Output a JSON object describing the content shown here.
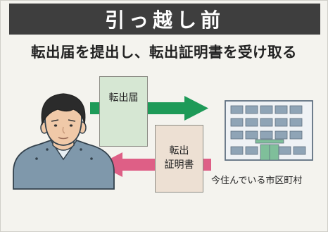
{
  "title": "引っ越し前",
  "subtitle": "転出届を提出し、転出証明書を受け取る",
  "documents": {
    "moving_out_notice": "転出届",
    "certificate_line1": "転出",
    "certificate_line2": "証明書"
  },
  "destination_label": "今住んでいる市区町村",
  "icons": {
    "person": "person-icon",
    "city_office": "building-icon",
    "arrow_to_office": "arrow-right-icon",
    "arrow_to_person": "arrow-left-icon"
  },
  "colors": {
    "title_bg": "#3e3e3e",
    "arrow_green": "#1e9a58",
    "arrow_pink": "#de5f86",
    "doc_green": "#d6e7d3",
    "doc_pink": "#ede0d3",
    "person_shirt": "#7f98ab",
    "building": "#8fa4b6"
  }
}
